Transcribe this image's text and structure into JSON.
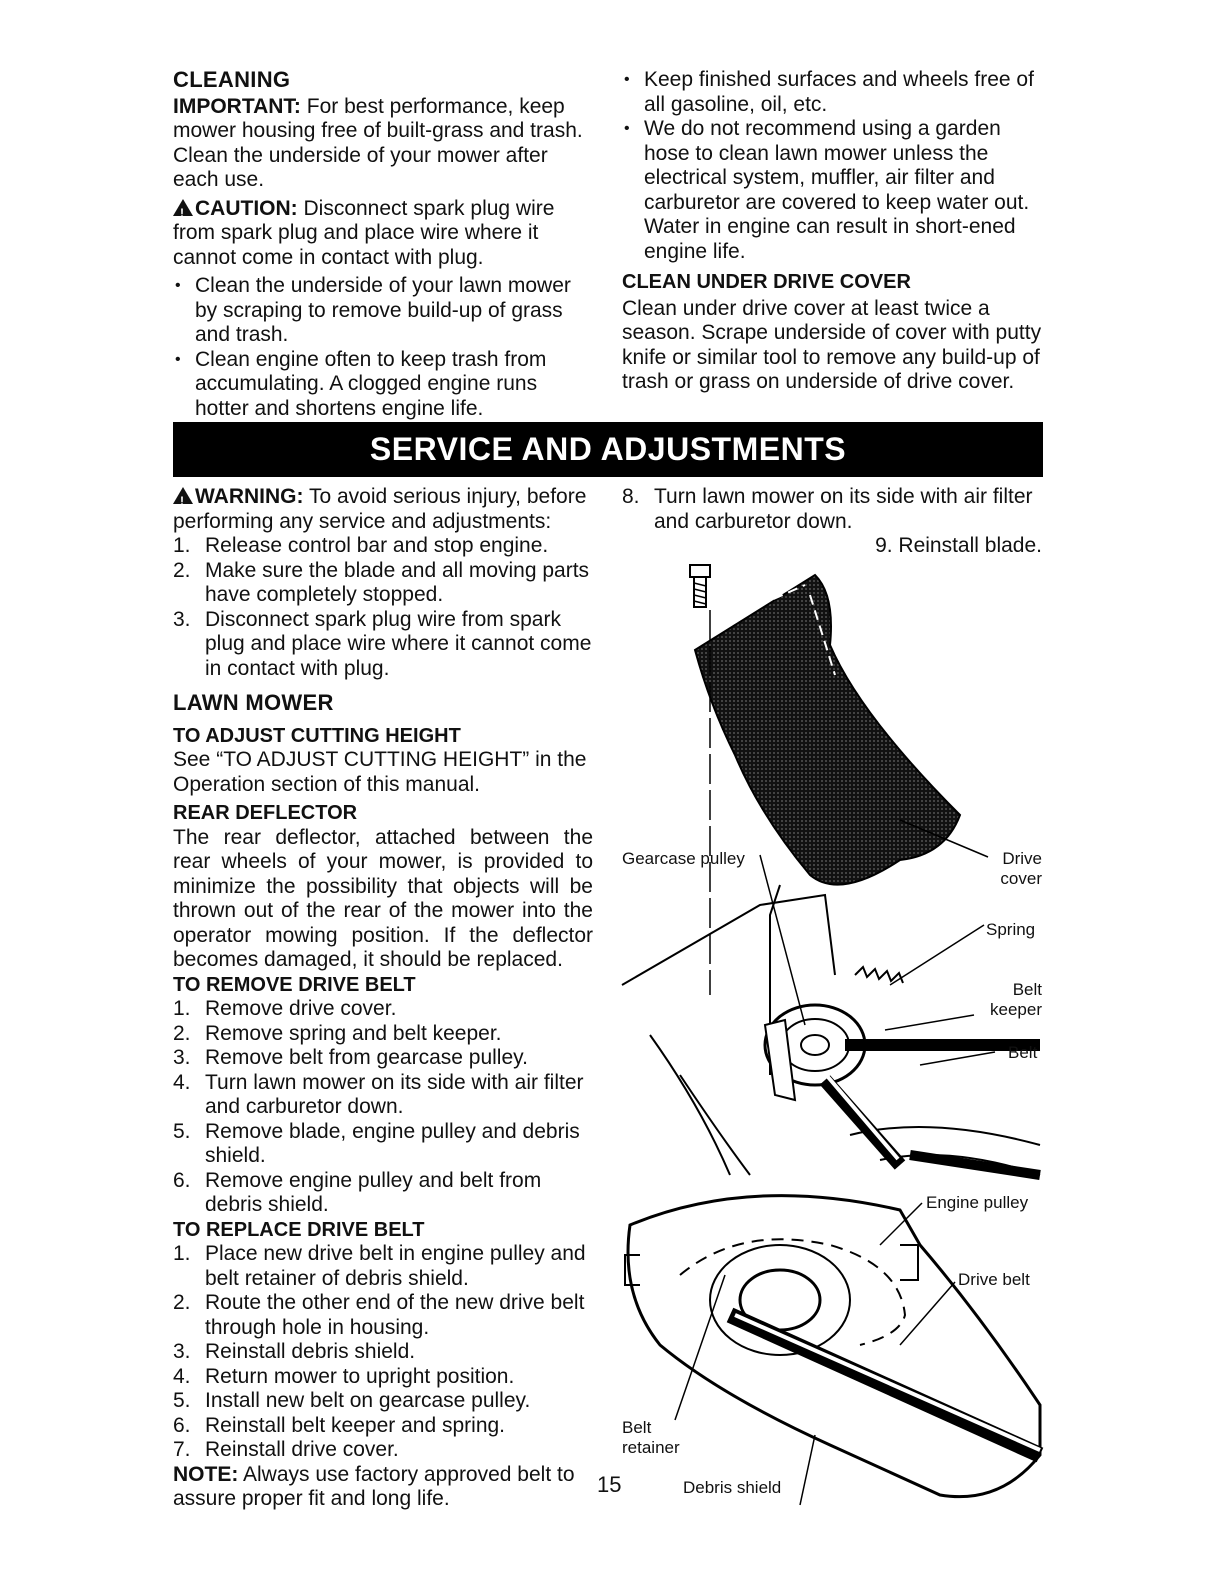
{
  "cleaning": {
    "title": "CLEANING",
    "important_label": "IMPORTANT:",
    "important_text": " For best performance, keep mower housing free of built-grass and trash. Clean the underside of your mower after each use.",
    "caution_label": "CAUTION:",
    "caution_text": " Disconnect spark plug wire from spark plug and place wire where it cannot come in contact with plug.",
    "bullets_left": [
      "Clean the underside of your lawn mower by scraping to remove build-up of grass and trash.",
      "Clean engine often to keep trash from accumulating. A clogged engine runs hotter and shortens engine life."
    ],
    "bullets_right": [
      "Keep finished surfaces and wheels free of all gasoline, oil, etc.",
      "We do not recommend using a garden hose to clean lawn mower unless the electrical system, muffler, air filter and carburetor are covered to keep water out. Water in engine can result in short-ened engine life."
    ],
    "drive_cover_title": "CLEAN UNDER DRIVE COVER",
    "drive_cover_text": "Clean under drive cover at least twice a season. Scrape underside of cover with putty knife or similar tool to remove any build-up of trash or grass on underside of drive cover."
  },
  "banner": "SERVICE AND ADJUSTMENTS",
  "warning": {
    "label": "WARNING:",
    "text": " To avoid serious injury, before performing any service and adjustments:",
    "steps": [
      {
        "n": "1.",
        "t": "Release control bar and stop engine."
      },
      {
        "n": "2.",
        "t": "Make sure the blade and all moving parts have completely stopped."
      },
      {
        "n": "3.",
        "t": "Disconnect spark plug wire from spark plug and place wire where it cannot come in contact with plug."
      }
    ]
  },
  "lawn_mower": {
    "title": "LAWN MOWER",
    "adjust_title": "TO ADJUST CUTTING HEIGHT",
    "adjust_text": "See “TO ADJUST CUTTING HEIGHT” in the Operation section of this manual.",
    "deflector_title": "REAR DEFLECTOR",
    "deflector_text": "The rear deflector, attached between the rear wheels of your mower, is provided to minimize the possibility that objects will be thrown out of the rear of the mower into the operator mowing position. If the deflector becomes damaged, it should be replaced.",
    "remove_title": "TO REMOVE DRIVE BELT",
    "remove_steps": [
      {
        "n": "1.",
        "t": "Remove drive cover."
      },
      {
        "n": "2.",
        "t": "Remove spring and belt keeper."
      },
      {
        "n": "3.",
        "t": "Remove belt from gearcase pulley."
      },
      {
        "n": "4.",
        "t": "Turn lawn mower on its side with air filter and carburetor down."
      },
      {
        "n": "5.",
        "t": "Remove blade, engine pulley and debris shield."
      },
      {
        "n": "6.",
        "t": "Remove engine pulley and belt from debris shield."
      }
    ],
    "replace_title": "TO REPLACE DRIVE BELT",
    "replace_steps": [
      {
        "n": "1.",
        "t": "Place new drive belt in engine pulley and belt retainer of debris shield."
      },
      {
        "n": "2.",
        "t": "Route the other end of the new drive belt through hole in housing."
      },
      {
        "n": "3.",
        "t": "Reinstall debris shield."
      },
      {
        "n": "4.",
        "t": "Return mower to upright position."
      },
      {
        "n": "5.",
        "t": "Install new belt on gearcase pulley."
      },
      {
        "n": "6.",
        "t": "Reinstall belt keeper and spring."
      },
      {
        "n": "7.",
        "t": "Reinstall drive cover."
      }
    ],
    "note_label": "NOTE:",
    "note_text": " Always use factory approved belt to assure proper fit and long life."
  },
  "right_steps": {
    "step8_n": "8.",
    "step8_t": "Turn lawn mower on its side with air filter and carburetor down.",
    "step9": "9. Reinstall blade."
  },
  "diagram_labels": {
    "gearcase_pulley": "Gearcase pulley",
    "drive_cover": "Drive\ncover",
    "spring": "Spring",
    "belt_keeper": "Belt\nkeeper",
    "belt": "Belt",
    "engine_pulley": "Engine pulley",
    "drive_belt": "Drive belt",
    "belt_retainer": "Belt\nretainer",
    "debris_shield": "Debris shield"
  },
  "page_number": "15"
}
